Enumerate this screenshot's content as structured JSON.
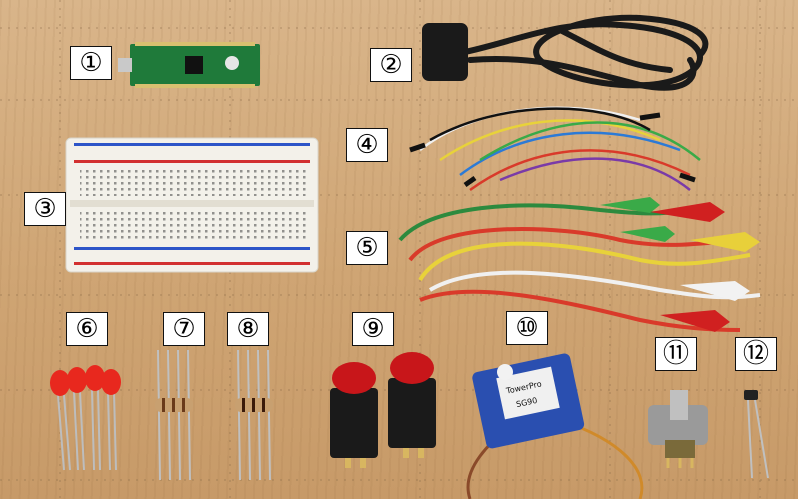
{
  "labels": [
    {
      "id": "1",
      "text": "①"
    },
    {
      "id": "2",
      "text": "②"
    },
    {
      "id": "3",
      "text": "③"
    },
    {
      "id": "4",
      "text": "④"
    },
    {
      "id": "5",
      "text": "⑤"
    },
    {
      "id": "6",
      "text": "⑥"
    },
    {
      "id": "7",
      "text": "⑦"
    },
    {
      "id": "8",
      "text": "⑧"
    },
    {
      "id": "9",
      "text": "⑨"
    },
    {
      "id": "10",
      "text": "⑩"
    },
    {
      "id": "11",
      "text": "⑪"
    },
    {
      "id": "12",
      "text": "⑫"
    }
  ],
  "servo_label": "TowerPro",
  "servo_model": "SG90",
  "colors": {
    "table": "#d2a878",
    "pcb": "#1f7a3a",
    "breadboard": "#f3f1ea",
    "led": "#e8281e",
    "button": "#c8161a",
    "servo": "#2a4fb0"
  }
}
